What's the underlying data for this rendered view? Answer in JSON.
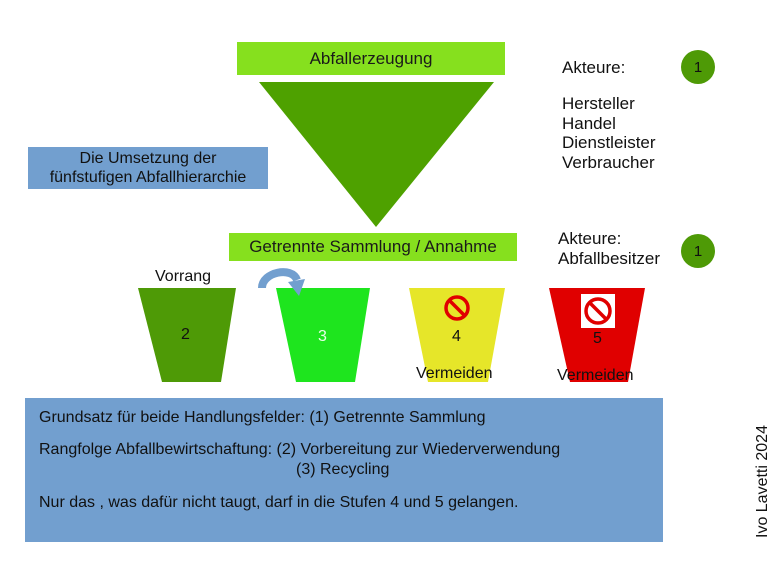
{
  "top_box": "Abfallerzeugung",
  "hierarchy_box": {
    "line1": "Die Umsetzung der",
    "line2": "fünfstufigen Abfallhierarchie"
  },
  "collection_box": "Getrennte Sammlung / Annahme",
  "actors_top": {
    "heading": "Akteure:",
    "items": [
      "Hersteller",
      "Handel",
      "Dienstleister",
      "Verbraucher"
    ],
    "badge": "1"
  },
  "actors_bottom": {
    "heading": "Akteure:",
    "role": "Abfallbesitzer",
    "badge": "1"
  },
  "priority_label": "Vorrang",
  "buckets": [
    {
      "number": "2",
      "color": "#4e9a06",
      "caption": ""
    },
    {
      "number": "3",
      "color": "#1ee51e",
      "caption": ""
    },
    {
      "number": "4",
      "color": "#e6e629",
      "caption": "Vermeiden"
    },
    {
      "number": "5",
      "color": "#e00000",
      "caption": "Vermeiden"
    }
  ],
  "info": {
    "line1": "Grundsatz für beide Handlungsfelder: (1) Getrennte Sammlung",
    "line2": "Rangfolge Abfallbewirtschaftung: (2) Vorbereitung zur Wiederverwendung",
    "line3": "(3) Recycling",
    "line4": "Nur das , was dafür nicht taugt, darf in die Stufen 4 und 5 gelangen."
  },
  "author": "Ivo Lavetti 2024",
  "icons": {
    "prohibited": "no-entry-icon",
    "arrow": "curved-arrow-icon",
    "funnel": "funnel-triangle"
  }
}
